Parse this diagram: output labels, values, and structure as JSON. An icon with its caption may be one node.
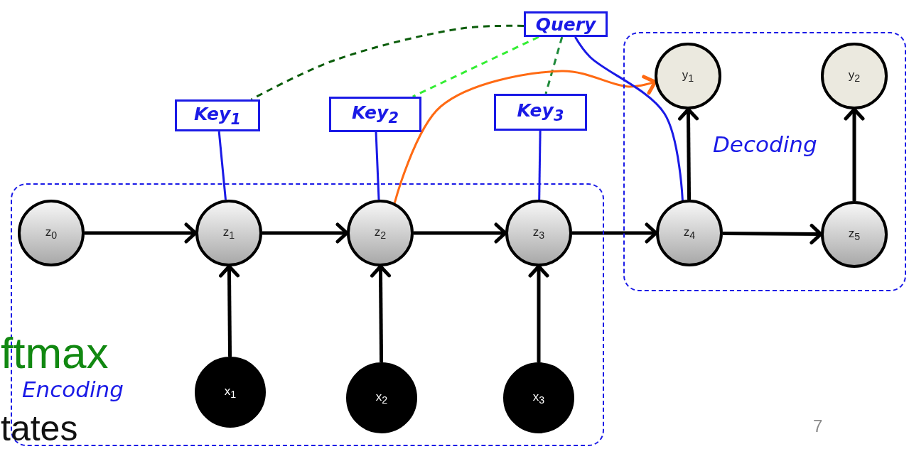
{
  "diagram": {
    "nodes": [
      {
        "text": [
          "Query"
        ]
      },
      {
        "text": [
          "Key$_{1}$"
        ]
      },
      {
        "text": [
          "Key$_{2}$"
        ]
      },
      {
        "text": [
          "Key$_{3}$"
        ]
      },
      {
        "text": [
          "Encoding"
        ]
      },
      {
        "text": [
          "Decoding"
        ]
      },
      {
        "text": [
          "y$_{1}$"
        ],
        "in": 5
      },
      {
        "text": [
          "y$_{2}$"
        ],
        "in": 5
      },
      {
        "text": [
          "z$_{0}$"
        ],
        "in": 4
      },
      {
        "text": [
          "z$_{1}$"
        ],
        "in": 4
      },
      {
        "text": [
          "z$_{2}$"
        ],
        "in": 4
      },
      {
        "text": [
          "z$_{3}$"
        ],
        "in": 4
      },
      {
        "text": [
          "z$_{4}$"
        ],
        "in": 5
      },
      {
        "text": [
          "z$_{5}$"
        ],
        "in": 5
      },
      {
        "text": [
          "x$_{1}$"
        ],
        "in": 4
      },
      {
        "text": [
          "x$_{2}$"
        ],
        "in": 4
      },
      {
        "text": [
          "x$_{3}$"
        ],
        "in": 4
      }
    ],
    "edges": [
      {
        "from": 8,
        "to": 9,
        "arrow": "to"
      },
      {
        "from": 9,
        "to": 10,
        "arrow": "to"
      },
      {
        "from": 10,
        "to": 11,
        "arrow": "to"
      },
      {
        "from": 11,
        "to": 12,
        "arrow": "to"
      },
      {
        "from": 12,
        "to": 13,
        "arrow": "to"
      },
      {
        "from": 14,
        "to": 9,
        "arrow": "to"
      },
      {
        "from": 15,
        "to": 10,
        "arrow": "to"
      },
      {
        "from": 16,
        "to": 11,
        "arrow": "to"
      },
      {
        "from": 12,
        "to": 6,
        "arrow": "to"
      },
      {
        "from": 13,
        "to": 7,
        "arrow": "to"
      },
      {
        "from": 1,
        "to": 9,
        "arrow": "none",
        "color": "#1a1ae6"
      },
      {
        "from": 2,
        "to": 10,
        "arrow": "none",
        "color": "#1a1ae6"
      },
      {
        "from": 3,
        "to": 11,
        "arrow": "none",
        "color": "#1a1ae6"
      },
      {
        "from": 0,
        "to": 1,
        "arrow": "none",
        "style": "dashed",
        "color": "#0b5d0b"
      },
      {
        "from": 0,
        "to": 2,
        "arrow": "none",
        "style": "dashed",
        "color": "#33ee33"
      },
      {
        "from": 0,
        "to": 3,
        "arrow": "none",
        "style": "dashed",
        "color": "#1e8a3a"
      },
      {
        "from": 10,
        "to": 6,
        "arrow": "to",
        "color": "#ff6a13"
      },
      {
        "from": 0,
        "to": 12,
        "arrow": "none",
        "color": "#1a1ae6"
      }
    ],
    "labels": [
      "ftmax",
      "tates",
      "7"
    ]
  }
}
